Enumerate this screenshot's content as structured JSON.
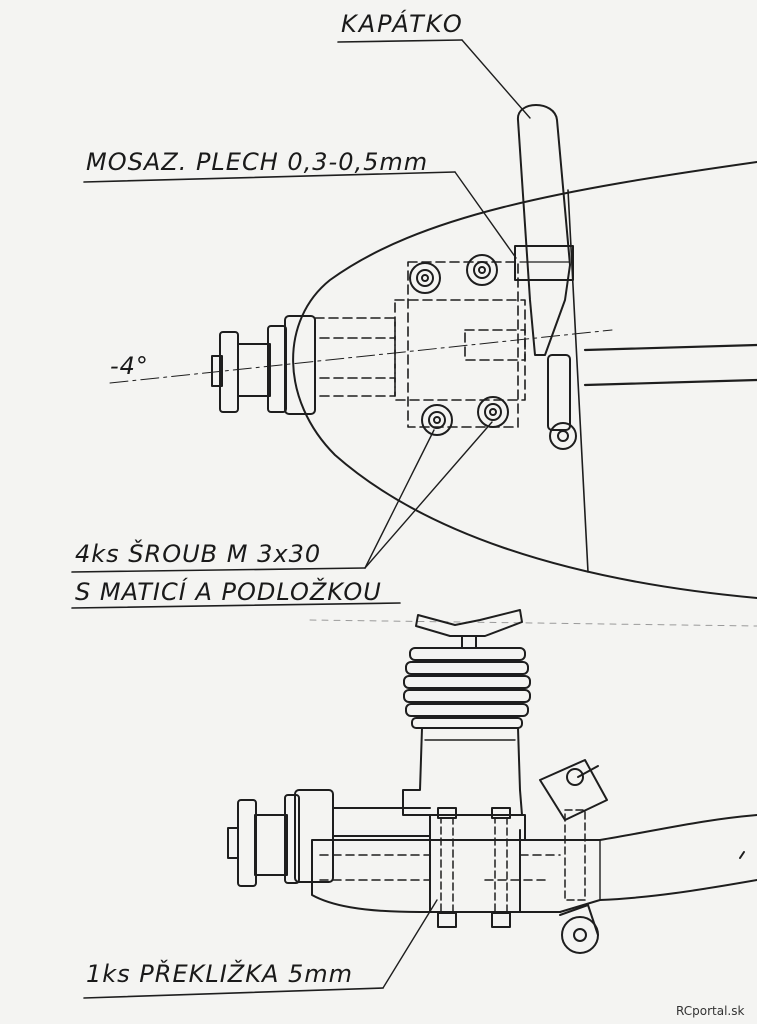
{
  "labels": {
    "kapatko": "KAPÁTKO",
    "mosaz": "MOSAZ. PLECH 0,3-0,5mm",
    "angle": "-4°",
    "sroub": "4ks ŠROUB  M 3x30",
    "matici": "S MATICÍ A PODLOŽKOU",
    "preklizka": "1ks  PŘEKLIŽKA 5mm"
  },
  "watermark": "RCportal.sk"
}
